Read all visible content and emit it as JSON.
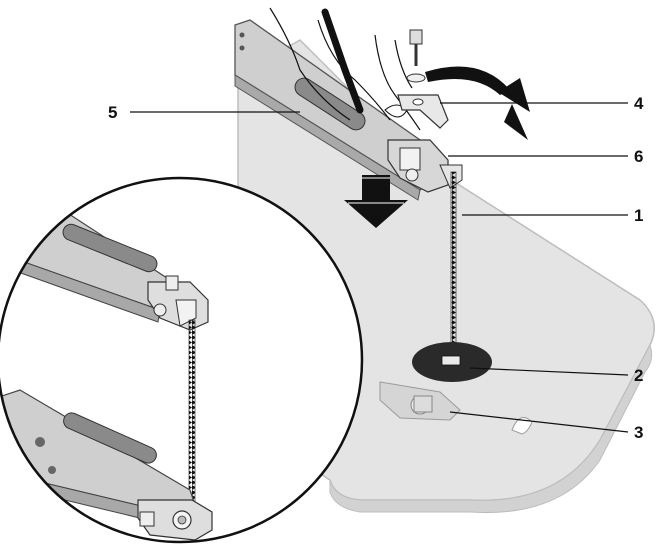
{
  "callouts": [
    {
      "id": "1",
      "label": "1"
    },
    {
      "id": "2",
      "label": "2"
    },
    {
      "id": "3",
      "label": "3"
    },
    {
      "id": "4",
      "label": "4"
    },
    {
      "id": "5",
      "label": "5"
    },
    {
      "id": "6",
      "label": "6"
    }
  ],
  "colors": {
    "table": "#e4e4e4",
    "table_edge": "#bdbdbd",
    "metal": "#cfcfcf",
    "metal_dark": "#8a8a8a",
    "ink": "#111111",
    "disc": "#2a2a2a"
  }
}
